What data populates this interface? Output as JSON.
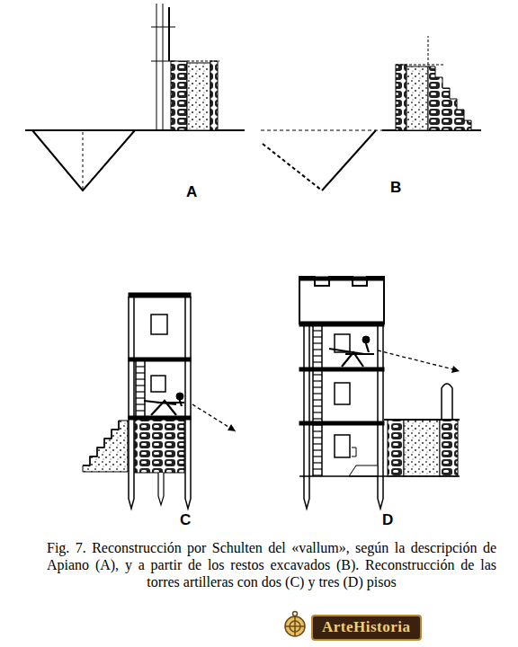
{
  "diagram": {
    "caption": "Fig. 7. Reconstrucción por Schulten del «vallum», según la descripción de Apiano (A), y a partir de los restos excavados (B). Reconstrucción de las torres artilleras con dos (C) y tres (D) pisos",
    "labels": [
      "A",
      "B",
      "C",
      "D",
      "ArteHistoria"
    ]
  }
}
